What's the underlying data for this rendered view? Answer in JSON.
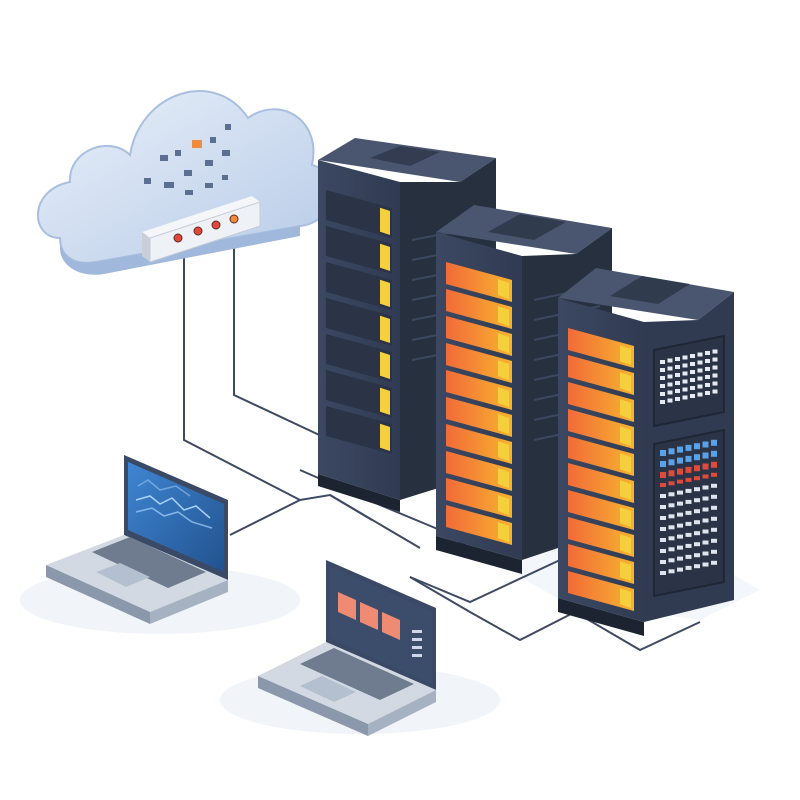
{
  "illustration": {
    "icons": {
      "cloud": "cloud-icon",
      "router": "router-icon",
      "server_rack": "server-rack-icon",
      "laptop": "laptop-icon"
    },
    "colors": {
      "background": "#ffffff",
      "cloud_light": "#e2ecf8",
      "cloud_mid": "#bcd0ea",
      "cloud_dark": "#9fb8dc",
      "rack_front": "#36425a",
      "rack_side": "#26303f",
      "rack_top": "#4a5670",
      "rack_edge": "#1c2431",
      "slot_dark": "#2b3446",
      "drive_orange": "#f2743a",
      "drive_amber": "#f7b733",
      "drive_yellow": "#f5cf3c",
      "screen_blue": "#2f6fb8",
      "screen_dark": "#3a4a66",
      "screen_tile": "#ee8b72",
      "laptop_body": "#d2d9e3",
      "laptop_edge": "#8b97aa",
      "keyboard": "#6f7b8f",
      "cable": "#3c4a62",
      "platform": "#eef2f8",
      "led_red": "#e2473c",
      "led_orange": "#f08a3e",
      "status_red": "#e04a3a",
      "status_blue": "#5aa2e8"
    },
    "rack_count": 3,
    "rack_1_drive_rows": 7,
    "rack_2_drive_rows": 10,
    "rack_3_drive_rows": 10,
    "router_leds": 4,
    "laptop_count": 2,
    "laptop_2_screen_tiles": 3
  }
}
